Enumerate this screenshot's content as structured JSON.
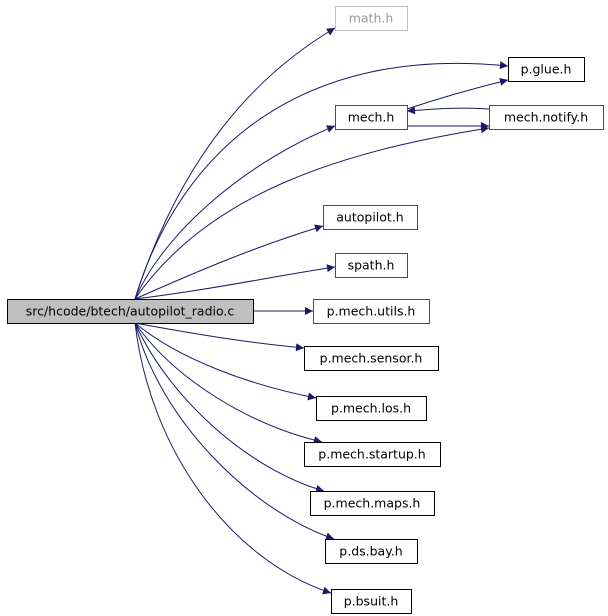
{
  "graph": {
    "nodes": [
      {
        "id": "root",
        "label": "src/hcode/btech/autopilot_radio.c",
        "style": "root"
      },
      {
        "id": "math",
        "label": "math.h",
        "style": "grey"
      },
      {
        "id": "glue",
        "label": "p.glue.h",
        "style": "black"
      },
      {
        "id": "mech",
        "label": "mech.h",
        "style": "red"
      },
      {
        "id": "notify",
        "label": "mech.notify.h",
        "style": "red"
      },
      {
        "id": "autopilot",
        "label": "autopilot.h",
        "style": "red"
      },
      {
        "id": "spath",
        "label": "spath.h",
        "style": "red"
      },
      {
        "id": "utils",
        "label": "p.mech.utils.h",
        "style": "red"
      },
      {
        "id": "sensor",
        "label": "p.mech.sensor.h",
        "style": "black"
      },
      {
        "id": "los",
        "label": "p.mech.los.h",
        "style": "black"
      },
      {
        "id": "startup",
        "label": "p.mech.startup.h",
        "style": "black"
      },
      {
        "id": "maps",
        "label": "p.mech.maps.h",
        "style": "black"
      },
      {
        "id": "dsbay",
        "label": "p.ds.bay.h",
        "style": "black"
      },
      {
        "id": "bsuit",
        "label": "p.bsuit.h",
        "style": "black"
      }
    ],
    "edges": [
      {
        "from": "root",
        "to": "math"
      },
      {
        "from": "root",
        "to": "glue"
      },
      {
        "from": "root",
        "to": "mech"
      },
      {
        "from": "root",
        "to": "notify"
      },
      {
        "from": "root",
        "to": "autopilot"
      },
      {
        "from": "root",
        "to": "spath"
      },
      {
        "from": "root",
        "to": "utils"
      },
      {
        "from": "root",
        "to": "sensor"
      },
      {
        "from": "root",
        "to": "los"
      },
      {
        "from": "root",
        "to": "startup"
      },
      {
        "from": "root",
        "to": "maps"
      },
      {
        "from": "root",
        "to": "dsbay"
      },
      {
        "from": "root",
        "to": "bsuit"
      },
      {
        "from": "mech",
        "to": "glue"
      },
      {
        "from": "mech",
        "to": "notify"
      },
      {
        "from": "notify",
        "to": "mech"
      }
    ],
    "colors": {
      "edge": "#1a1a66",
      "red_border": "#ff0000",
      "black_border": "#000000",
      "grey_border": "#bfbfbf",
      "root_fill": "#bfbfbf"
    }
  }
}
